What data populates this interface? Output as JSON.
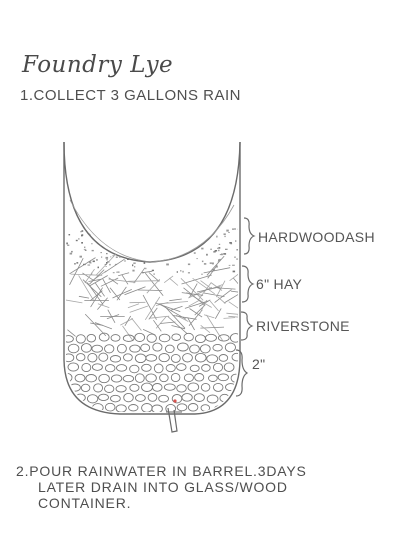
{
  "title": "Foundry Lye",
  "step1": "1.COLLECT 3 GALLONS RAIN",
  "labels": {
    "ash": "HARDWOODASH",
    "hay": "6\" HAY",
    "stone": "RIVERSTONE",
    "depth": "2\""
  },
  "step2": {
    "line1": "2.POUR RAINWATER IN BARREL.3DAYS",
    "line2": "LATER DRAIN INTO GLASS/WOOD",
    "line3": "CONTAINER."
  },
  "colors": {
    "pencil": "#6b6b6b",
    "text": "#4f4f4f",
    "spigot-dot": "#d9534f"
  }
}
